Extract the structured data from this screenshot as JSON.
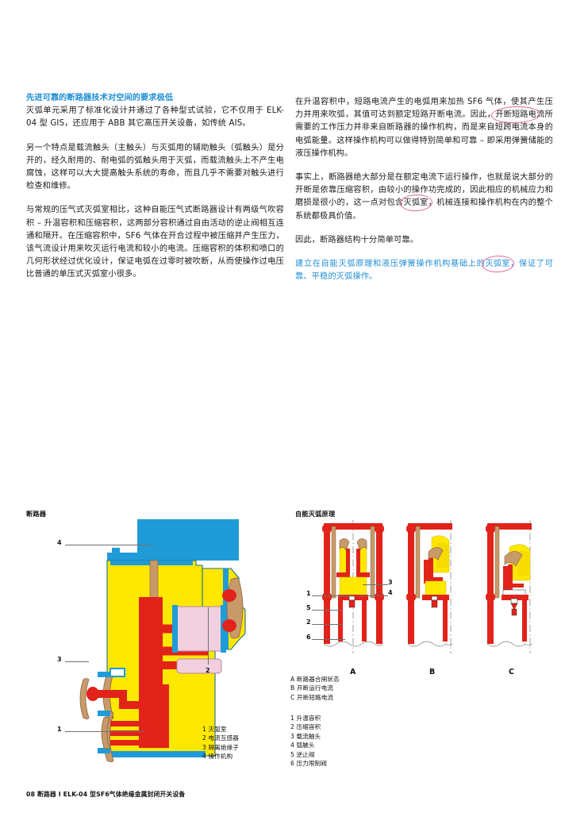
{
  "document": {
    "footer": "08 断路器 I ELK-04 型SF6气体绝缘金属封闭开关设备"
  },
  "left_column": {
    "heading": "先进可靠的断路器技术对空间的要求极低",
    "paragraphs": [
      "灭弧单元采用了标准化设计并通过了各种型式试验，它不仅用于 ELK-04 型 GIS，还应用于 ABB 其它高压开关设备，如传统 AIS。",
      "另一个特点是载流触头（主触头）与灭弧用的辅助触头（弧触头）是分开的，经久耐用的、耐电弧的弧触头用于灭弧，而载流触头上不产生电腐蚀，这样可以大大提高触头系统的寿命，而且几乎不需要对触头进行检查和维修。",
      "与常规的压气式灭弧室相比，这种自能压气式断路器设计有两级气吹容积 – 升温容积和压缩容积，这两部分容积通过自由活动的逆止阀相互连通和隔开。在压缩容积中，SF6 气体在开合过程中被压缩并产生压力，该气流设计用来吹灭运行电流和较小的电流。压缩容积的体积和喷口的几何形状经过优化设计，保证电弧在过零时被吹断，从而使操作过电压比普通的单压式灭弧室小很多。"
    ]
  },
  "right_column": {
    "paragraph_1_part_a": "在升温容积中，短路电流产生的电弧用来加热 SF6 气体，使其产生压力并用来吹弧，其值可达到额定短路开断电流。因此，",
    "paragraph_1_circled": "开断短路电",
    "paragraph_1_part_b": "流所需要的工作压力并非来自断路器的操作机构，而是来自短跨电流本身的电弧能量。这样操作机构可以做得特别简单和可靠 – 即采用弹簧储能的液压操作机构。",
    "paragraph_2_part_a": "事实上，断路器绝大部分是在额定电流下运行操作，也就是说大部分的开断是依靠压缩容积，由较小的操作功完成的，因此相应的机械应力和磨损是很小的，这一点对包含",
    "paragraph_2_circled": "灭弧室",
    "paragraph_2_part_b": "，机械连接和操作机构在内的整个系统都极具价值。",
    "paragraph_3": "因此，断路器结构十分简单可靠。",
    "paragraph_4_part_a": "建立在自能灭弧原理和液压弹簧操作机构基础上的",
    "paragraph_4_circled": "灭弧室",
    "paragraph_4_part_b": "，保证了可靠、平稳的灭弧操作。"
  },
  "figure_left": {
    "caption": "断路器",
    "callouts": [
      "4",
      "3",
      "2",
      "1"
    ],
    "legend": [
      "1 灭弧室",
      "2 电流互感器",
      "3 隔离绝缘子",
      "4 操作机构"
    ]
  },
  "figure_right": {
    "caption": "自能灭弧原理",
    "callouts": [
      "1",
      "2",
      "3",
      "4",
      "5",
      "6"
    ],
    "panel_letters": [
      "A",
      "B",
      "C"
    ],
    "states": [
      "A 断路器合闸状态",
      "B 开断运行电流",
      "C 开断短路电流"
    ],
    "legend": [
      "1 升温容积",
      "2 压缩容积",
      "3 载流触头",
      "4 弧触头",
      "5 逆止阀",
      "6 压力限制阀"
    ]
  },
  "colors": {
    "heading_blue": "#1f8ed6",
    "annotation_pink": "#e0649a",
    "diagram_yellow": "#ffe800",
    "diagram_red": "#e2231a",
    "diagram_blue": "#1f9bd8",
    "diagram_tan": "#c89a6a",
    "diagram_pink": "#f2cfdf",
    "body_text": "#1a1a1a"
  }
}
